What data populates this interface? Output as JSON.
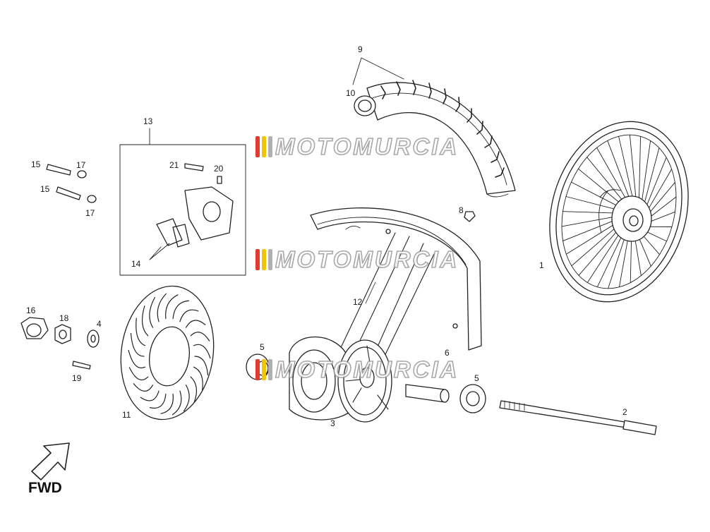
{
  "callouts": {
    "c1": "1",
    "c2": "2",
    "c3": "3",
    "c4": "4",
    "c5a": "5",
    "c5b": "5",
    "c6": "6",
    "c8": "8",
    "c9": "9",
    "c10": "10",
    "c11": "11",
    "c12": "12",
    "c13": "13",
    "c14": "14",
    "c15a": "15",
    "c15b": "15",
    "c16": "16",
    "c17a": "17",
    "c17b": "17",
    "c18": "18",
    "c19": "19",
    "c20": "20",
    "c21": "21"
  },
  "direction": {
    "label": "FWD",
    "icon": "forward-arrow-icon"
  },
  "watermark": {
    "text": "MOTOMURCIA",
    "stripe_colors": [
      "#e23a2e",
      "#f2c500",
      "#9a9a9a"
    ]
  }
}
